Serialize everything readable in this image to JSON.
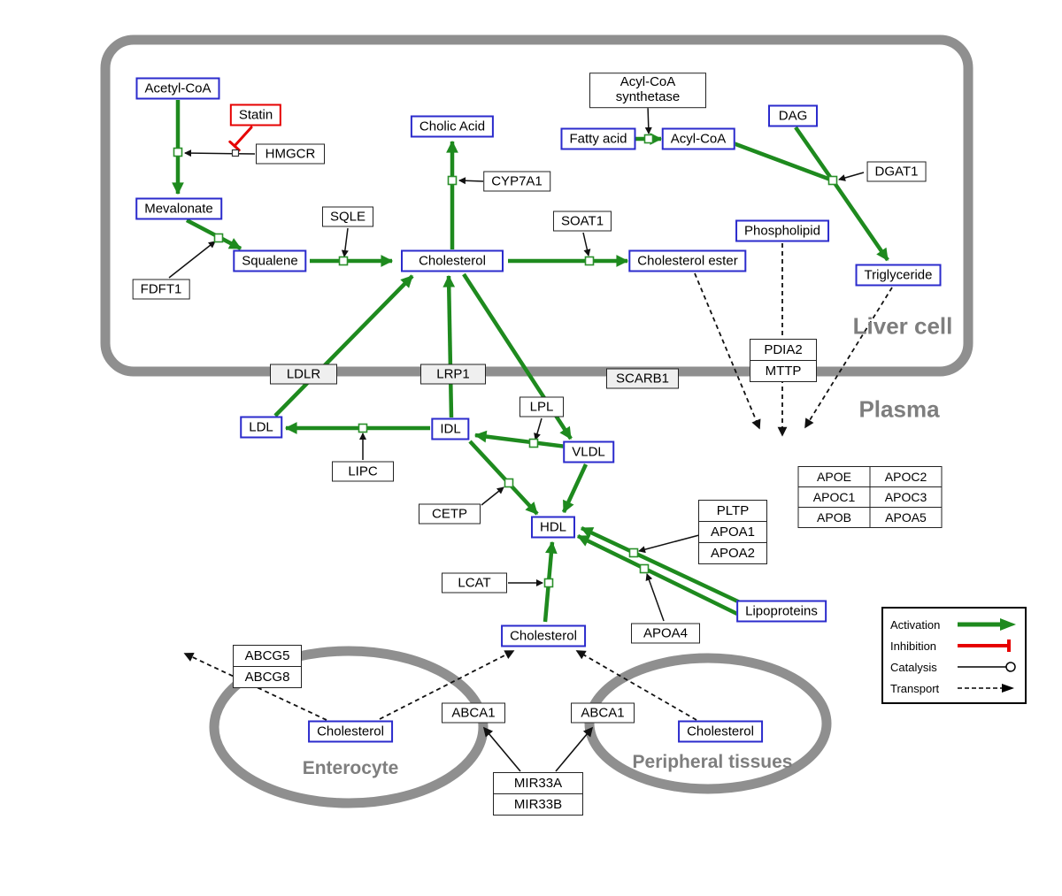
{
  "compartments": {
    "liver": "Liver cell",
    "plasma": "Plasma",
    "enterocyte": "Enterocyte",
    "peripheral": "Peripheral tissues"
  },
  "nodes": {
    "acetyl_coa": "Acetyl-CoA",
    "statin": "Statin",
    "hmgcr": "HMGCR",
    "mevalonate": "Mevalonate",
    "fdft1": "FDFT1",
    "squalene": "Squalene",
    "sqle": "SQLE",
    "cholic_acid": "Cholic Acid",
    "cyp7a1": "CYP7A1",
    "cholesterol_liver": "Cholesterol",
    "soat1": "SOAT1",
    "cholesterol_ester": "Cholesterol ester",
    "acyl_coa_synthetase": {
      "line1": "Acyl-CoA",
      "line2": "synthetase"
    },
    "fatty_acid": "Fatty acid",
    "acyl_coa": "Acyl-CoA",
    "dag": "DAG",
    "dgat1": "DGAT1",
    "phospholipid": "Phospholipid",
    "triglyceride": "Triglyceride",
    "ldlr": "LDLR",
    "lrp1": "LRP1",
    "scarb1": "SCARB1",
    "ldl": "LDL",
    "idl": "IDL",
    "lipc": "LIPC",
    "lpl": "LPL",
    "vldl": "VLDL",
    "cetp": "CETP",
    "hdl": "HDL",
    "lcat": "LCAT",
    "apoa4": "APOA4",
    "lipoproteins": "Lipoproteins",
    "cholesterol_plasma": "Cholesterol",
    "cholesterol_enterocyte": "Cholesterol",
    "cholesterol_peripheral": "Cholesterol",
    "abca1_left": "ABCA1",
    "abca1_right": "ABCA1"
  },
  "stacks": {
    "pdia2_mttp": [
      "PDIA2",
      "MTTP"
    ],
    "pltp_apoa": [
      "PLTP",
      "APOA1",
      "APOA2"
    ],
    "abcg": [
      "ABCG5",
      "ABCG8"
    ],
    "mir33": [
      "MIR33A",
      "MIR33B"
    ]
  },
  "apo_table": [
    [
      "APOE",
      "APOC2"
    ],
    [
      "APOC1",
      "APOC3"
    ],
    [
      "APOB",
      "APOA5"
    ]
  ],
  "legend": {
    "activation": "Activation",
    "inhibition": "Inhibition",
    "catalysis": "Catalysis",
    "transport": "Transport"
  },
  "colors": {
    "activation_green": "#1e8a1e",
    "inhibition_red": "#e60000",
    "metabolite_blue": "#2b2bcc",
    "compartment_gray": "#8f8f8f"
  }
}
